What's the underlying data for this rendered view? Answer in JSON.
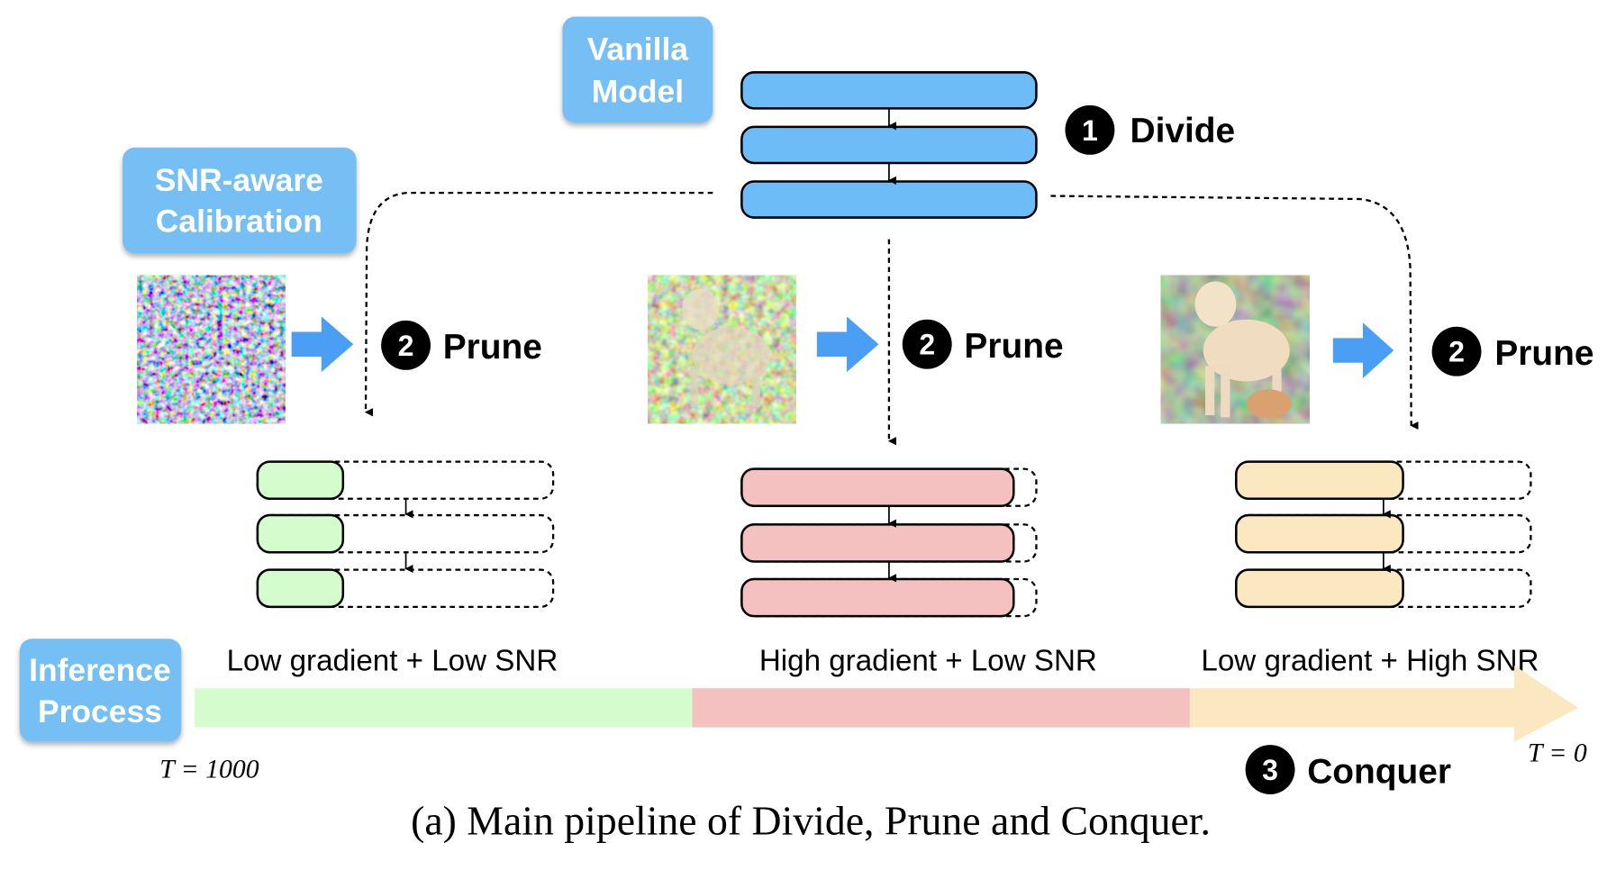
{
  "labels": {
    "vanilla_model": [
      "Vanilla",
      "Model"
    ],
    "snr_calibration": [
      "SNR-aware",
      "Calibration"
    ],
    "inference_process": [
      "Inference",
      "Process"
    ]
  },
  "steps": {
    "divide": {
      "number": "1",
      "label": "Divide"
    },
    "prune": {
      "number": "2",
      "label": "Prune"
    },
    "conquer": {
      "number": "3",
      "label": "Conquer"
    }
  },
  "phases": [
    {
      "label": "Low gradient + Low SNR",
      "color": "#d4fccc"
    },
    {
      "label": "High gradient + Low SNR",
      "color": "#f4c0c0"
    },
    {
      "label": "Low gradient + High SNR",
      "color": "#fbe8c0"
    }
  ],
  "timeline": {
    "start": "T = 1000",
    "end": "T = 0"
  },
  "colors": {
    "model_block": "#6ebcf7",
    "label_box": "#74bff5",
    "arrow": "#4a9ff5"
  },
  "caption": "(a) Main pipeline of Divide, Prune and Conquer."
}
